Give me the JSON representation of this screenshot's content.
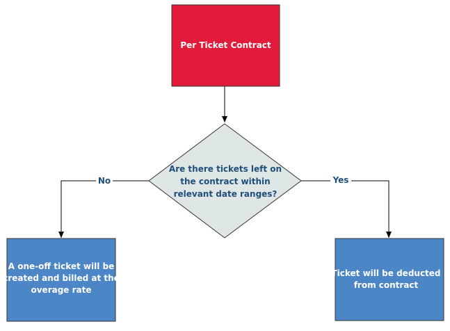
{
  "nodes": {
    "start": {
      "label": "Per Ticket Contract",
      "color": "#e31b3b"
    },
    "decision": {
      "lines": [
        "Are there tickets left on",
        "the contract within",
        "relevant date ranges?"
      ],
      "color": "#dfe7e6"
    },
    "no_outcome": {
      "lines": [
        "A one-off ticket will be",
        "created and billed at the",
        "overage rate"
      ],
      "color": "#4d86c6"
    },
    "yes_outcome": {
      "lines": [
        "Ticket will be deducted",
        "from contract"
      ],
      "color": "#4d86c6"
    }
  },
  "edges": {
    "no_label": "No",
    "yes_label": "Yes"
  }
}
